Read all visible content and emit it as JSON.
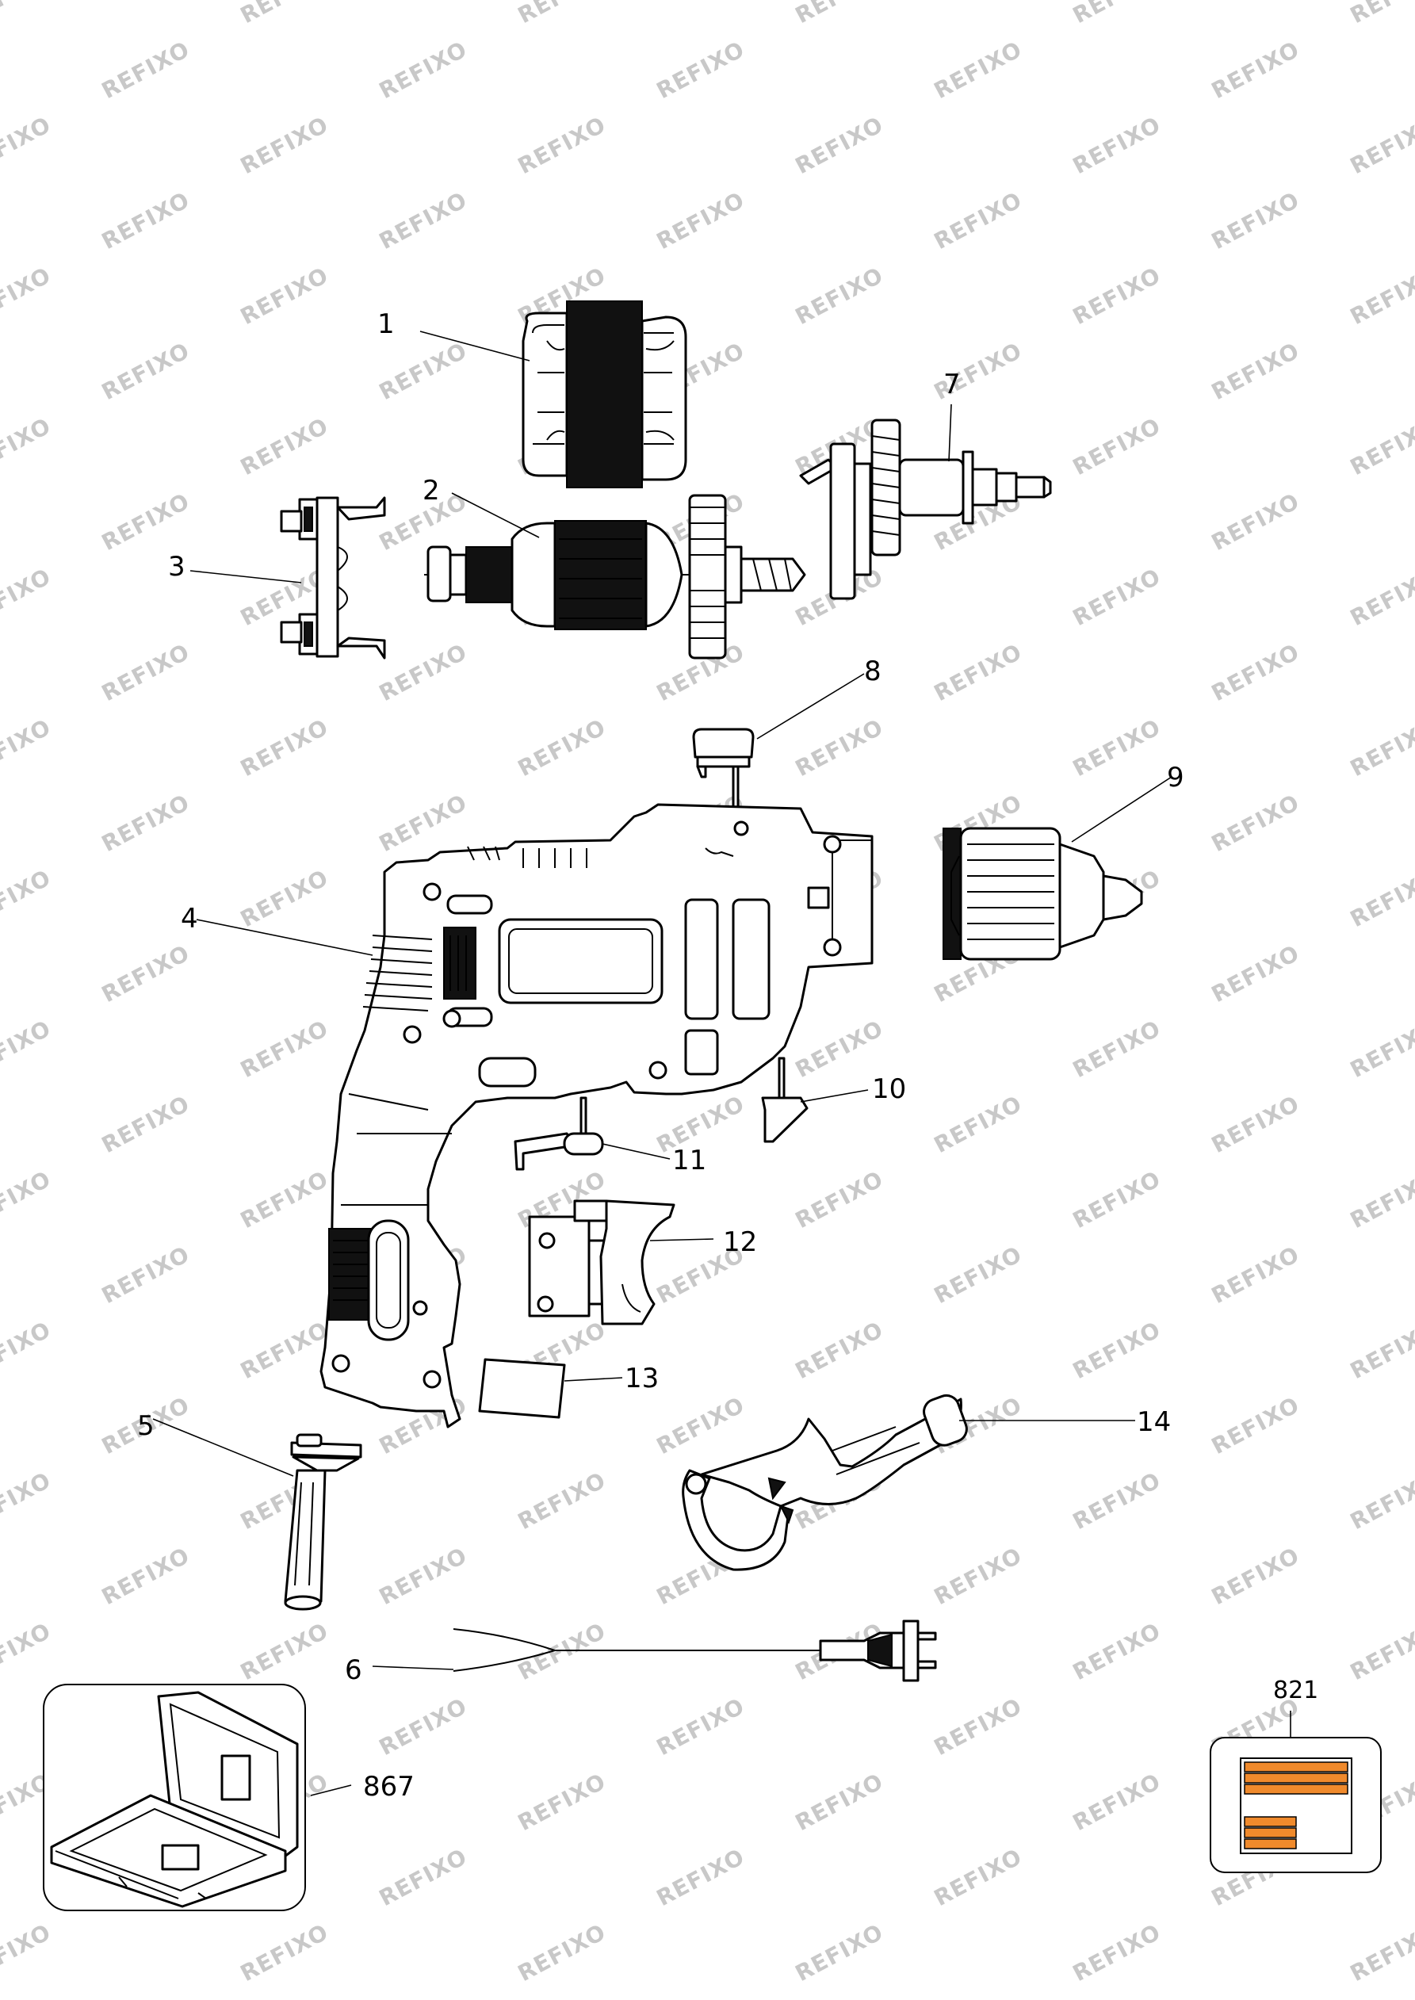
{
  "watermark_text": "REFIXO",
  "callouts": {
    "c1": "1",
    "c2": "2",
    "c3": "3",
    "c4": "4",
    "c5": "5",
    "c6": "6",
    "c7": "7",
    "c8": "8",
    "c9": "9",
    "c10": "10",
    "c11": "11",
    "c12": "12",
    "c13": "13",
    "c14": "14",
    "c821": "821",
    "c867": "867"
  },
  "colors": {
    "line": "#000000",
    "watermark": "#c8c8c8",
    "label_accent": "#f08a2c"
  },
  "parts": [
    {
      "ref": "1",
      "icon": "stator-icon"
    },
    {
      "ref": "2",
      "icon": "armature-icon"
    },
    {
      "ref": "3",
      "icon": "brush-holder-icon"
    },
    {
      "ref": "4",
      "icon": "housing-icon"
    },
    {
      "ref": "5",
      "icon": "depth-stop-icon"
    },
    {
      "ref": "6",
      "icon": "power-cord-icon"
    },
    {
      "ref": "7",
      "icon": "gear-spindle-icon"
    },
    {
      "ref": "8",
      "icon": "selector-knob-icon"
    },
    {
      "ref": "9",
      "icon": "keyless-chuck-icon"
    },
    {
      "ref": "10",
      "icon": "lever-icon"
    },
    {
      "ref": "11",
      "icon": "reverse-lever-icon"
    },
    {
      "ref": "12",
      "icon": "switch-trigger-icon"
    },
    {
      "ref": "13",
      "icon": "nameplate-icon"
    },
    {
      "ref": "14",
      "icon": "side-handle-icon"
    },
    {
      "ref": "821",
      "icon": "label-set-icon"
    },
    {
      "ref": "867",
      "icon": "carry-case-icon"
    }
  ]
}
